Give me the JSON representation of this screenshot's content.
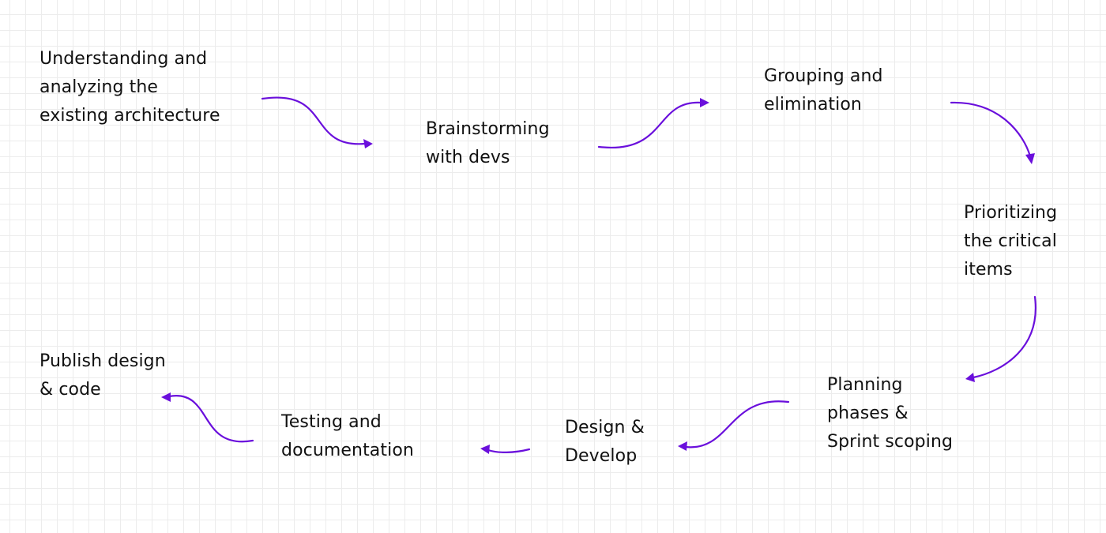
{
  "colors": {
    "accent": "#6a0fdc",
    "text": "#111111",
    "grid": "#ececec",
    "background": "#ffffff"
  },
  "steps": [
    {
      "label": "Understanding and\nanalyzing the\nexisting architecture"
    },
    {
      "label": "Brainstorming\nwith devs"
    },
    {
      "label": "Grouping and\nelimination"
    },
    {
      "label": "Prioritizing\nthe critical\nitems"
    },
    {
      "label": "Planning\nphases &\nSprint scoping"
    },
    {
      "label": "Design &\nDevelop"
    },
    {
      "label": "Testing and\ndocumentation"
    },
    {
      "label": "Publish design\n& code"
    }
  ]
}
